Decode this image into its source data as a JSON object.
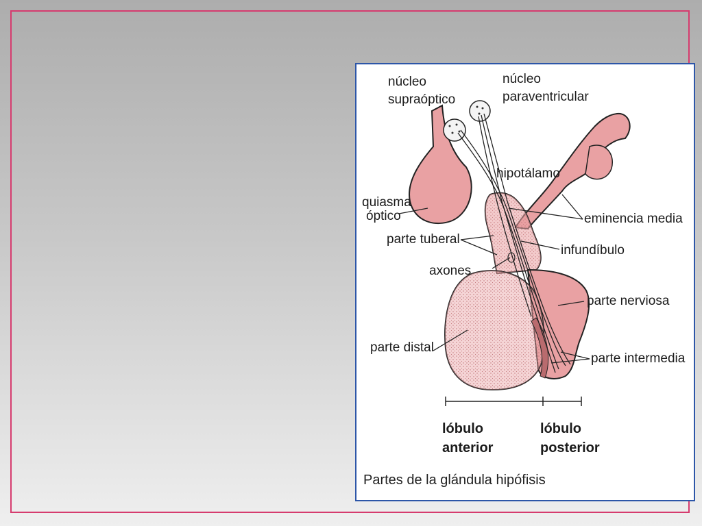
{
  "labels": {
    "nucleo_supraoptico_1": "núcleo",
    "nucleo_supraoptico_2": "supraóptico",
    "nucleo_paraventricular_1": "núcleo",
    "nucleo_paraventricular_2": "paraventricular",
    "hipotalamo": "hipotálamo",
    "quiasma_optico_1": "quiasma",
    "quiasma_optico_2": "óptico",
    "eminencia_media": "eminencia media",
    "parte_tuberal": "parte tuberal",
    "infundibulo": "infundíbulo",
    "axones": "axones",
    "parte_nerviosa": "parte nerviosa",
    "parte_distal": "parte distal",
    "parte_intermedia": "parte intermedia",
    "lobulo_anterior_1": "lóbulo",
    "lobulo_anterior_2": "anterior",
    "lobulo_posterior_1": "lóbulo",
    "lobulo_posterior_2": "posterior"
  },
  "caption": "Partes de la glándula hipófisis",
  "colors": {
    "frame": "#d63b6e",
    "figure_border": "#2d56a8",
    "tissue": "#e9a1a3",
    "tissue_dark": "#b96b6e",
    "outline": "#222222"
  }
}
